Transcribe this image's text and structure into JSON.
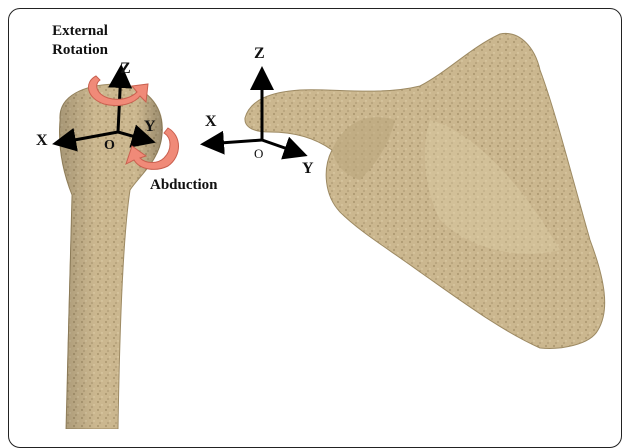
{
  "humerus_axes": {
    "x": "X",
    "y": "Y",
    "z": "Z",
    "origin": "O",
    "external_rotation": "External\nRotation",
    "external_rotation_line1": "External",
    "external_rotation_line2": "Rotation",
    "abduction": "Abduction"
  },
  "scapula_axes": {
    "x": "X",
    "y": "Y",
    "z": "Z",
    "origin": "O"
  },
  "colors": {
    "bone": "#c8b48c",
    "bone_dark": "#a8946a",
    "rotation_arrow": "#f08a78",
    "axis": "#000000"
  }
}
